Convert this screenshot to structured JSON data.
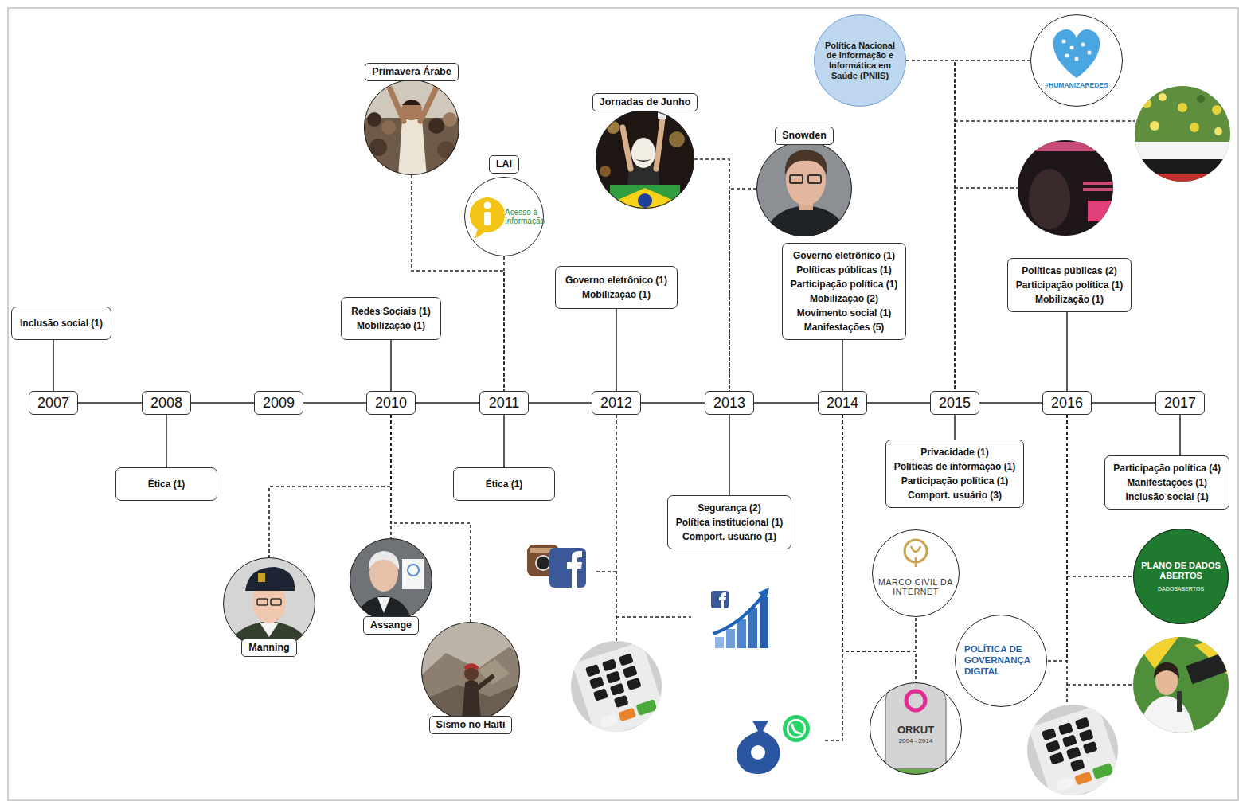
{
  "diagram": {
    "nodes": [
      {
        "text": [
          "Inclusão social (1)"
        ]
      },
      {
        "text": [
          "2007"
        ]
      },
      {
        "text": [
          "2008"
        ]
      },
      {
        "text": [
          "Ética (1)"
        ]
      },
      {
        "text": [
          "2009"
        ]
      },
      {
        "text": [
          "Redes Sociais (1)",
          "Mobilização (1)"
        ]
      },
      {
        "text": [
          "2010"
        ]
      },
      {
        "text": [
          "Manning"
        ]
      },
      {
        "text": [
          "Assange"
        ]
      },
      {
        "text": [
          "Sismo no Haiti"
        ]
      },
      {
        "text": [
          "Primavera Árabe"
        ]
      },
      {
        "text": [
          "LAI",
          "Acesso à Informação"
        ]
      },
      {
        "text": [
          "2011"
        ]
      },
      {
        "text": [
          "Ética (1)"
        ]
      },
      {
        "text": [
          "Governo eletrônico (1)",
          "Mobilização (1)"
        ]
      },
      {
        "text": [
          "2012"
        ]
      },
      {
        "text": [
          "Jornadas de Junho"
        ]
      },
      {
        "text": [
          "Snowden"
        ]
      },
      {
        "text": [
          "2013"
        ]
      },
      {
        "text": [
          "Segurança (2)",
          "Política institucional (1)",
          "Comport. usuário (1)"
        ]
      },
      {
        "text": [
          "Governo eletrônico (1)",
          "Políticas públicas (1)",
          "Participação política (1)",
          "Mobilização (2)",
          "Movimento social (1)",
          "Manifestações (5)"
        ]
      },
      {
        "text": [
          "2014"
        ]
      },
      {
        "text": [
          "MARCO CIVIL DA INTERNET"
        ]
      },
      {
        "text": [
          "ORKUT",
          "2004 - 2014"
        ]
      },
      {
        "text": [
          "Política Nacional de Informação e Informática em Saúde (PNIIS)"
        ]
      },
      {
        "text": [
          "#HUMANIZAREDES"
        ]
      },
      {
        "text": [
          "2015"
        ]
      },
      {
        "text": [
          "Privacidade (1)",
          "Políticas de informação (1)",
          "Participação política (1)",
          "Comport. usuário (3)"
        ]
      },
      {
        "text": [
          "Políticas públicas (2)",
          "Participação política (1)",
          "Mobilização (1)"
        ]
      },
      {
        "text": [
          "2016"
        ]
      },
      {
        "text": [
          "POLÍTICA DE GOVERNANÇA DIGITAL"
        ]
      },
      {
        "text": [
          "PLANO DE DADOS ABERTOS",
          "DADOSABERTOS"
        ]
      },
      {
        "text": [
          "2017"
        ]
      },
      {
        "text": [
          "Participação política (4)",
          "Manifestações (1)",
          "Inclusão social (1)"
        ]
      }
    ],
    "edges": [
      {
        "from": 1,
        "to": 2,
        "arrow": "none"
      },
      {
        "from": 2,
        "to": 4,
        "arrow": "none"
      },
      {
        "from": 4,
        "to": 6,
        "arrow": "none"
      },
      {
        "from": 6,
        "to": 12,
        "arrow": "none"
      },
      {
        "from": 12,
        "to": 15,
        "arrow": "none"
      },
      {
        "from": 15,
        "to": 18,
        "arrow": "none"
      },
      {
        "from": 18,
        "to": 21,
        "arrow": "none"
      },
      {
        "from": 21,
        "to": 26,
        "arrow": "none"
      },
      {
        "from": 26,
        "to": 29,
        "arrow": "none"
      },
      {
        "from": 29,
        "to": 32,
        "arrow": "none"
      },
      {
        "from": 0,
        "to": 1,
        "arrow": "none"
      },
      {
        "from": 2,
        "to": 3,
        "arrow": "none"
      },
      {
        "from": 5,
        "to": 6,
        "arrow": "none"
      },
      {
        "from": 12,
        "to": 13,
        "arrow": "none"
      },
      {
        "from": 14,
        "to": 15,
        "arrow": "none"
      },
      {
        "from": 18,
        "to": 19,
        "arrow": "none"
      },
      {
        "from": 20,
        "to": 21,
        "arrow": "none"
      },
      {
        "from": 26,
        "to": 27,
        "arrow": "none"
      },
      {
        "from": 28,
        "to": 29,
        "arrow": "none"
      },
      {
        "from": 32,
        "to": 33,
        "arrow": "none"
      },
      {
        "from": 6,
        "to": 7,
        "arrow": "none"
      },
      {
        "from": 6,
        "to": 8,
        "arrow": "none"
      },
      {
        "from": 6,
        "to": 9,
        "arrow": "none"
      },
      {
        "from": 10,
        "to": 12,
        "arrow": "none"
      },
      {
        "from": 11,
        "to": 12,
        "arrow": "none"
      },
      {
        "from": 16,
        "to": 18,
        "arrow": "none"
      },
      {
        "from": 17,
        "to": 18,
        "arrow": "none"
      },
      {
        "from": 21,
        "to": 22,
        "arrow": "none"
      },
      {
        "from": 21,
        "to": 23,
        "arrow": "none"
      },
      {
        "from": 24,
        "to": 26,
        "arrow": "none"
      },
      {
        "from": 25,
        "to": 26,
        "arrow": "none"
      },
      {
        "from": 29,
        "to": 30,
        "arrow": "none"
      },
      {
        "from": 29,
        "to": 31,
        "arrow": "none"
      }
    ]
  }
}
